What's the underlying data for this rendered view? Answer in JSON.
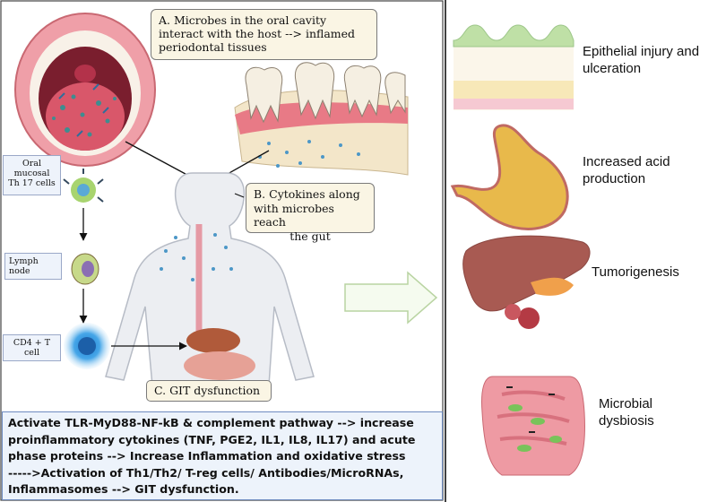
{
  "callouts": {
    "a": [
      "A. Microbes in the oral cavity",
      "interact with the host --> inflamed",
      "periodontal tissues"
    ],
    "b": [
      "B. Cytokines along",
      "with microbes reach",
      "the gut"
    ],
    "c": "C. GIT dysfunction"
  },
  "cells": {
    "th17": [
      "Oral",
      "mucosal",
      "Th 17 cells"
    ],
    "lymph": [
      "Lymph",
      "node"
    ],
    "cd4": [
      "CD4 + T",
      "cell"
    ]
  },
  "outcomes": {
    "epithelial": [
      "Epithelial injury and",
      "ulceration"
    ],
    "acid": [
      "Increased acid",
      "production"
    ],
    "tumor": "Tumorigenesis",
    "dysbiosis": [
      "Microbial",
      "dysbiosis"
    ]
  },
  "summary": [
    "Activate TLR-MyD88-NF-kB &  complement pathway --> increase",
    "proinflammatory cytokines (TNF, PGE2, IL1, IL8, IL17) and acute",
    "phase proteins --> Increase Inflammation and oxidative stress",
    "----->Activation of Th1/Th2/ T-reg cells/ Antibodies/MicroRNAs,",
    "Inflammasomes --> GIT dysfunction."
  ],
  "colors": {
    "summary_border": "#6f8cc0",
    "callout_fill": "#faf5e4",
    "arrow": "#111111"
  }
}
